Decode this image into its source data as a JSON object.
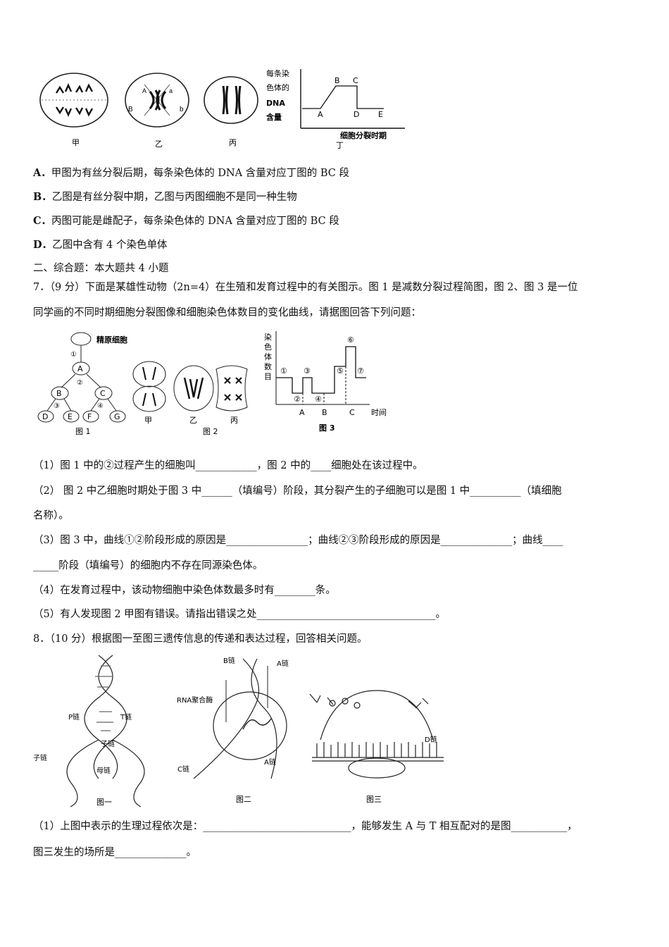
{
  "figure_top": {
    "labels": [
      "甲",
      "乙",
      "丙",
      "丁"
    ],
    "graph_ylabel_lines": [
      "每条染",
      "色体的",
      "DNA",
      "含量"
    ],
    "graph_xlabel": "细胞分裂时期",
    "graph_points": [
      "A",
      "B",
      "C",
      "D",
      "E"
    ],
    "cell_b_letters": [
      "A",
      "B",
      "a",
      "b"
    ]
  },
  "options": [
    {
      "letter": "A．",
      "text": "甲图为有丝分裂后期，每条染色体的 DNA 含量对应丁图的 BC 段"
    },
    {
      "letter": "B．",
      "text": "乙图是有丝分裂中期，乙图与丙图细胞不是同一种生物"
    },
    {
      "letter": "C．",
      "text": "丙图可能是雌配子，每条染色体的 DNA 含量对应丁图的 BC 段"
    },
    {
      "letter": "D．",
      "text": "乙图中含有 4 个染色单体"
    }
  ],
  "section_title": "二、综合题：本大题共 4 小题",
  "q7": {
    "line1": "7．（9 分）下面是某雄性动物（2n=4）在生殖和发育过程中的有关图示。图 1 是减数分裂过程简图，图 2、图 3 是一位",
    "line2": "同学画的不同时期细胞分裂图像和细胞染色体数目的变化曲线，请据图回答下列问题：",
    "fig1": {
      "top_label": "精原细胞",
      "nodes": [
        "A",
        "B",
        "C",
        "D",
        "E",
        "F",
        "G"
      ],
      "steps": [
        "①",
        "②",
        "③",
        "④"
      ],
      "caption": "图 1"
    },
    "fig2": {
      "cells": [
        "甲",
        "乙",
        "丙"
      ],
      "caption": "图 2"
    },
    "fig3": {
      "ylabel": [
        "染",
        "色",
        "体",
        "数",
        "目"
      ],
      "stages": [
        "①",
        "②",
        "③",
        "④",
        "⑤",
        "⑥",
        "⑦"
      ],
      "x_points": [
        "A",
        "B",
        "C"
      ],
      "xlabel": "时间",
      "caption": "图 3"
    },
    "sub1": "（1）图 1 中的②过程产生的细胞叫____________，图 2 中的____细胞处在该过程中。",
    "sub2a": "（2） 图 2 中乙细胞时期处于图 3 中______（填编号）阶段，其分裂产生的子细胞可以是图 1 中__________（填细胞",
    "sub2b": "名称）。",
    "sub3a": "（3）图 3 中，曲线①②阶段形成的原因是________________；曲线②③阶段形成的原因是______________；曲线____",
    "sub3b": "_____阶段（填编号）的细胞内不存在同源染色体。",
    "sub4": "（4）在发育过程中，该动物细胞中染色体数最多时有________条。",
    "sub5": "（5）有人发现图 2 甲图有错误。请指出错误之处___________________________________。"
  },
  "q8": {
    "line1": "8．（10 分）根据图一至图三遗传信息的传递和表达过程，回答相关问题。",
    "fig_one": {
      "labels": [
        "P链",
        "T链",
        "子链",
        "子链",
        "母链"
      ],
      "caption": "图一"
    },
    "fig_two": {
      "labels": [
        "B链",
        "A链",
        "RNA聚合酶",
        "C链",
        "A链"
      ],
      "caption": "图二"
    },
    "fig_three": {
      "labels": [
        "D链"
      ],
      "caption": "图三"
    },
    "sub1a": "（1）上图中表示的生理过程依次是：_____________________________，能够发生 A 与 T 相互配对的是图___________，",
    "sub1b": "图三发生的场所是______________。"
  }
}
